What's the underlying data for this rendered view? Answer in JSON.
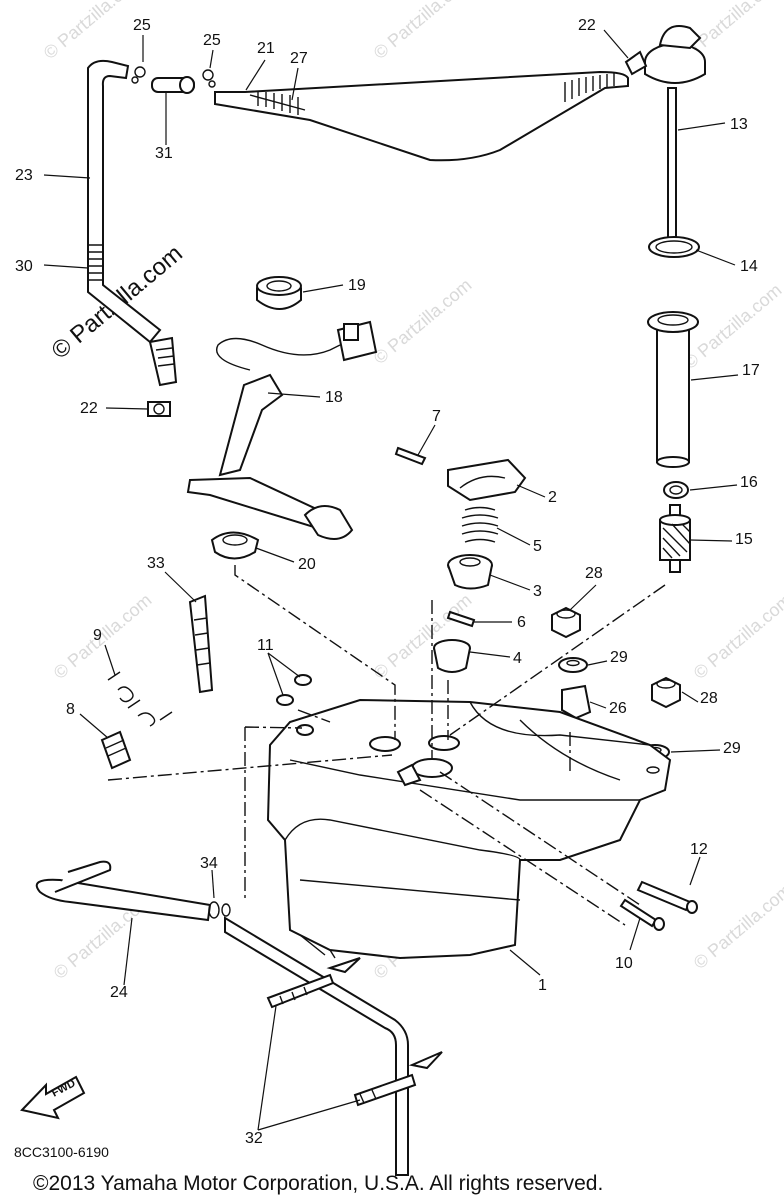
{
  "callouts": {
    "n1": "1",
    "n2": "2",
    "n3": "3",
    "n4": "4",
    "n5": "5",
    "n6": "6",
    "n7": "7",
    "n8": "8",
    "n9": "9",
    "n10": "10",
    "n11": "11",
    "n12": "12",
    "n13": "13",
    "n14": "14",
    "n15": "15",
    "n16": "16",
    "n17": "17",
    "n18": "18",
    "n19": "19",
    "n20": "20",
    "n21": "21",
    "n22a": "22",
    "n22b": "22",
    "n23": "23",
    "n24": "24",
    "n25a": "25",
    "n25b": "25",
    "n26": "26",
    "n27": "27",
    "n28a": "28",
    "n28b": "28",
    "n29a": "29",
    "n29b": "29",
    "n30": "30",
    "n31": "31",
    "n32": "32",
    "n33": "33",
    "n34": "34"
  },
  "watermark": {
    "main": "© Partzilla.com",
    "faint": "© Partzilla.com"
  },
  "fwd_label": "FWD",
  "diagram_code": "8CC3100-6190",
  "copyright": "©2013 Yamaha Motor Corporation, U.S.A. All rights reserved."
}
